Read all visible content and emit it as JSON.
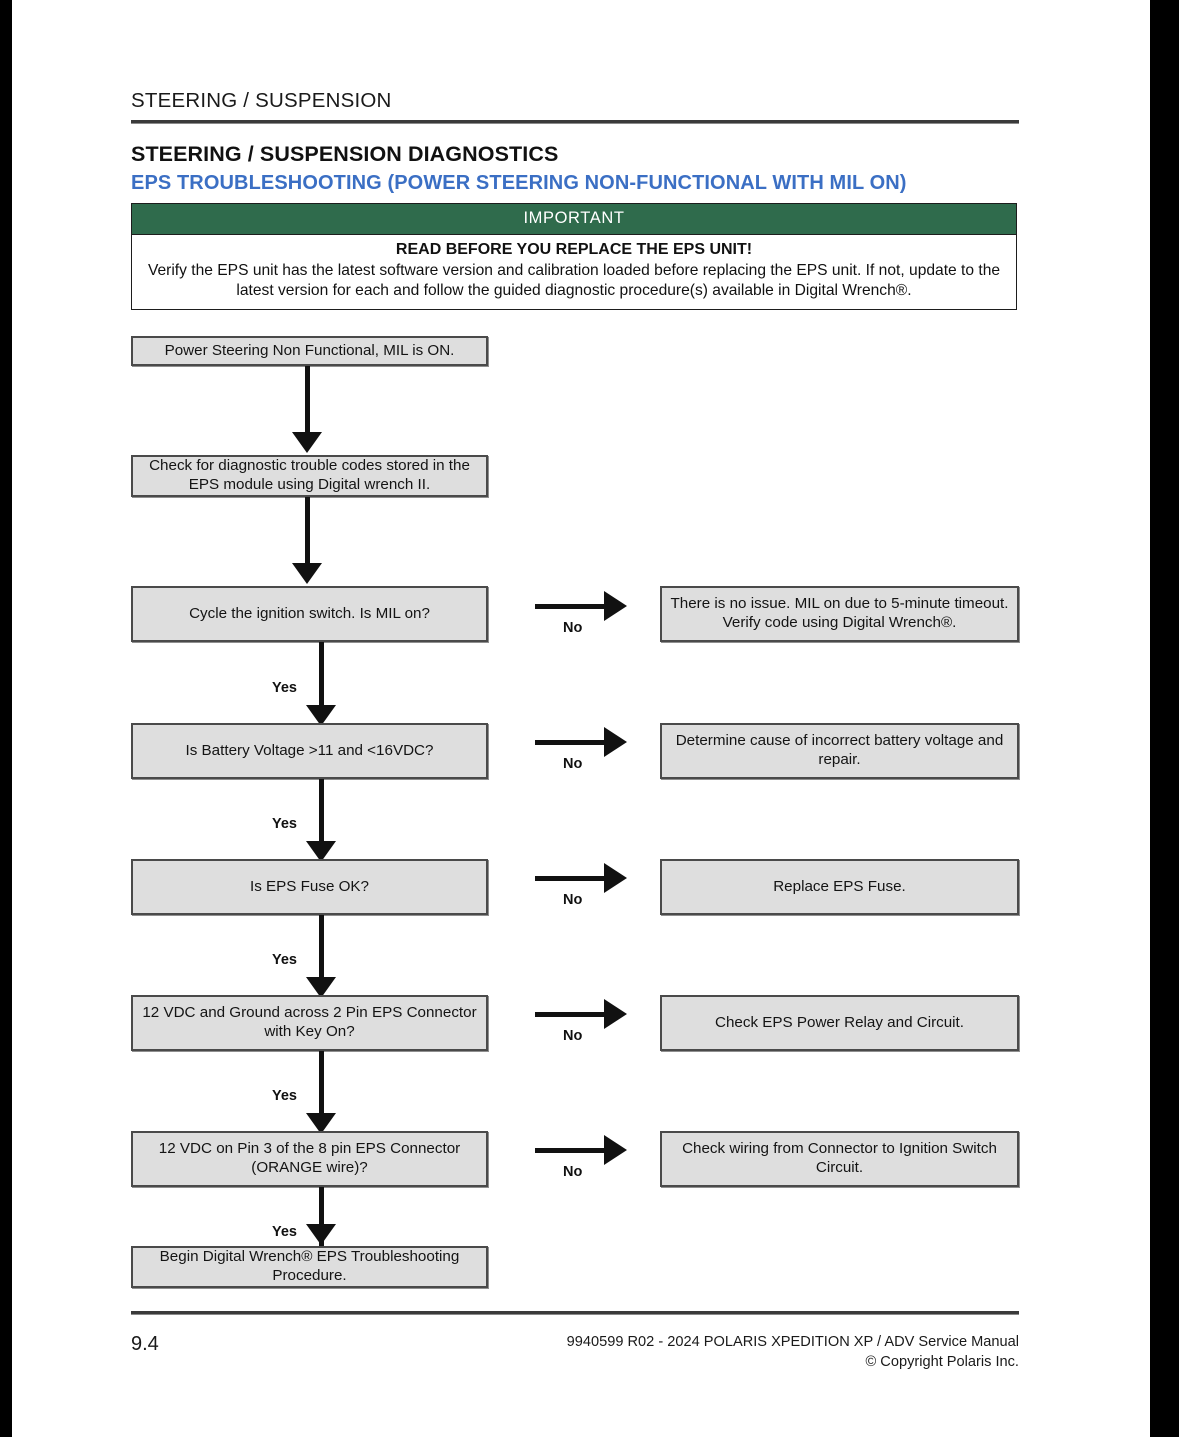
{
  "page": {
    "running_head": "STEERING / SUSPENSION",
    "heading": "STEERING / SUSPENSION DIAGNOSTICS",
    "subheading": "EPS TROUBLESHOOTING (POWER STEERING NON-FUNCTIONAL WITH MIL ON)",
    "accent_blue": "#3b6fc4",
    "callout_green": "#2f6b4c",
    "node_fill": "#dedede"
  },
  "callout": {
    "label": "IMPORTANT",
    "title": "READ BEFORE YOU REPLACE THE EPS UNIT!",
    "text": "Verify the EPS unit has the latest software version and calibration loaded before replacing the EPS unit. If not, update to the latest version for each and follow the guided diagnostic procedure(s) available in Digital Wrench®."
  },
  "flowchart": {
    "type": "flowchart",
    "nodes": [
      {
        "id": "start",
        "text": "Power Steering Non Functional, MIL is ON."
      },
      {
        "id": "check",
        "text": "Check for diagnostic trouble codes stored in the EPS module using Digital wrench II."
      },
      {
        "id": "q1",
        "text": "Cycle the ignition switch. Is MIL on?"
      },
      {
        "id": "q1no",
        "text": "There is no issue. MIL on due to 5-minute timeout. Verify code using Digital Wrench®."
      },
      {
        "id": "q2",
        "text": "Is Battery Voltage >11 and <16VDC?"
      },
      {
        "id": "q2no",
        "text": "Determine cause of incorrect battery voltage and repair."
      },
      {
        "id": "q3",
        "text": "Is EPS Fuse OK?"
      },
      {
        "id": "q3no",
        "text": "Replace EPS Fuse."
      },
      {
        "id": "q4",
        "text": "12 VDC and Ground across 2 Pin EPS Connector with Key On?"
      },
      {
        "id": "q4no",
        "text": "Check EPS Power Relay and Circuit."
      },
      {
        "id": "q5",
        "text": "12 VDC on Pin 3 of the 8 pin EPS Connector (ORANGE wire)?"
      },
      {
        "id": "q5no",
        "text": "Check wiring from Connector to Ignition Switch Circuit."
      },
      {
        "id": "end",
        "text": "Begin Digital Wrench® EPS Troubleshooting Procedure."
      }
    ],
    "edges": [
      {
        "from": "start",
        "to": "check",
        "label": ""
      },
      {
        "from": "q1",
        "to": "q1no",
        "label": "No"
      },
      {
        "from": "q1",
        "to": "q2",
        "label": "Yes"
      },
      {
        "from": "q2",
        "to": "q2no",
        "label": "No"
      },
      {
        "from": "q2",
        "to": "q3",
        "label": "Yes"
      },
      {
        "from": "q3",
        "to": "q3no",
        "label": "No"
      },
      {
        "from": "q3",
        "to": "q4",
        "label": "Yes"
      },
      {
        "from": "q4",
        "to": "q4no",
        "label": "No"
      },
      {
        "from": "q4",
        "to": "q5",
        "label": "Yes"
      },
      {
        "from": "q5",
        "to": "q5no",
        "label": "No"
      },
      {
        "from": "q5",
        "to": "end",
        "label": "Yes"
      }
    ],
    "labels": {
      "yes": "Yes",
      "no": "No"
    }
  },
  "footer": {
    "page_number": "9.4",
    "manual_line": "9940599 R02 - 2024 POLARIS XPEDITION XP / ADV Service Manual",
    "copyright_line": "© Copyright Polaris Inc."
  }
}
